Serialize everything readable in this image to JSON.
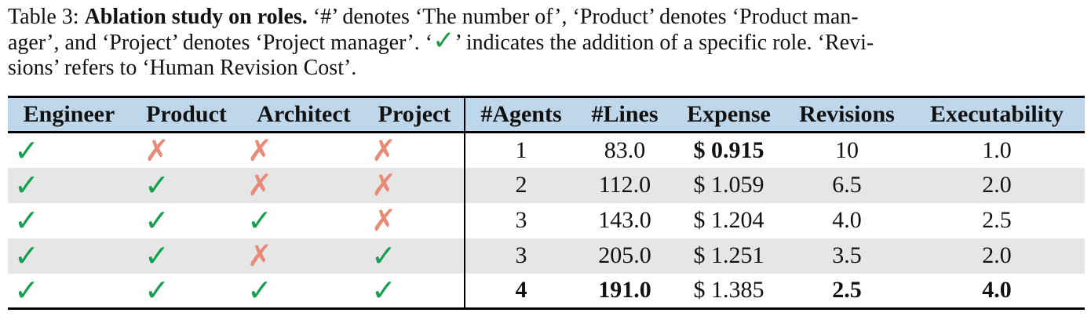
{
  "caption": {
    "label": "Table 3:",
    "title": "Ablation study on roles.",
    "line1_rest": " ‘#’ denotes ‘The number of’, ‘Product’ denotes ‘Product man-",
    "line2_a": "ager’, and ‘Project’ denotes ‘Project manager’. ‘",
    "check_glyph": "✓",
    "line2_b": "’ indicates the addition of a specific role. ‘Revi-",
    "line3": "sions’ refers to ‘Human Revision Cost’."
  },
  "table": {
    "headers": [
      "Engineer",
      "Product",
      "Architect",
      "Project",
      "#Agents",
      "#Lines",
      "Expense",
      "Revisions",
      "Executability"
    ],
    "check_symbol": "✓",
    "cross_symbol": "✗",
    "rows": [
      {
        "roles": [
          "✓",
          "✗",
          "✗",
          "✗"
        ],
        "agents": "1",
        "lines": "83.0",
        "expense": "$ 0.915",
        "revisions": "10",
        "executability": "1.0"
      },
      {
        "roles": [
          "✓",
          "✓",
          "✗",
          "✗"
        ],
        "agents": "2",
        "lines": "112.0",
        "expense": "$ 1.059",
        "revisions": "6.5",
        "executability": "2.0"
      },
      {
        "roles": [
          "✓",
          "✓",
          "✓",
          "✗"
        ],
        "agents": "3",
        "lines": "143.0",
        "expense": "$ 1.204",
        "revisions": "4.0",
        "executability": "2.5"
      },
      {
        "roles": [
          "✓",
          "✓",
          "✗",
          "✓"
        ],
        "agents": "3",
        "lines": "205.0",
        "expense": "$ 1.251",
        "revisions": "3.5",
        "executability": "2.0"
      },
      {
        "roles": [
          "✓",
          "✓",
          "✓",
          "✓"
        ],
        "agents": "4",
        "lines": "191.0",
        "expense": "$ 1.385",
        "revisions": "2.5",
        "executability": "4.0"
      }
    ]
  },
  "colors": {
    "check": "#14a04c",
    "cross": "#e88a76",
    "header_bg": "#bfd7ea",
    "shade_bg": "#e6e6e6"
  }
}
